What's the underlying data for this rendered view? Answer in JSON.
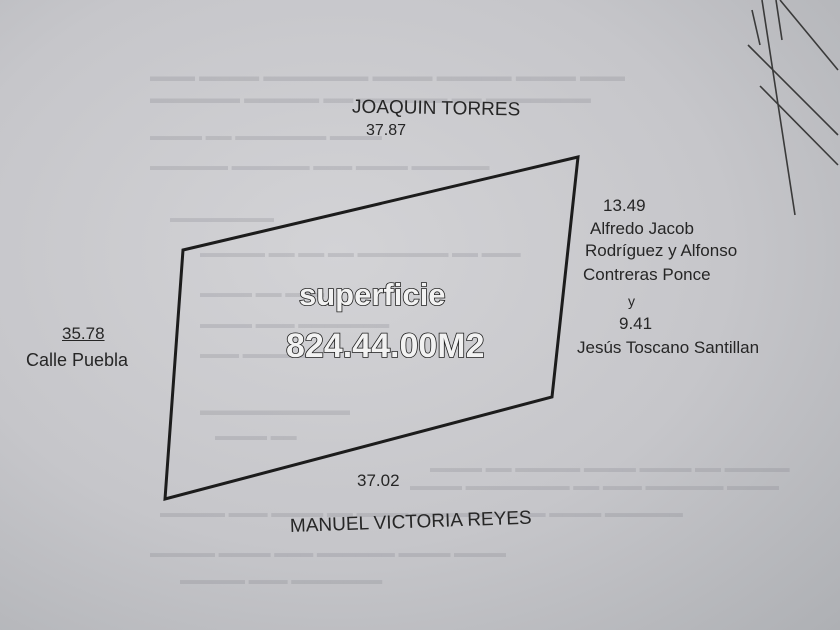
{
  "plan": {
    "north": {
      "owner": "JOAQUIN TORRES",
      "length": "37.87"
    },
    "east": {
      "length_1": "13.49",
      "owner_1_line_1": "Alfredo Jacob",
      "owner_1_line_2": "Rodríguez y Alfonso",
      "owner_1_line_3": "Contreras Ponce",
      "conjunction": "y",
      "length_2": "9.41",
      "owner_2": "Jesús Toscano Santillan"
    },
    "west": {
      "length": "35.78",
      "street": "Calle Puebla"
    },
    "south": {
      "length": "37.02",
      "owner": "MANUEL VICTORIA REYES"
    },
    "area": {
      "label": "superficie",
      "value": "824.44.00M2"
    }
  }
}
